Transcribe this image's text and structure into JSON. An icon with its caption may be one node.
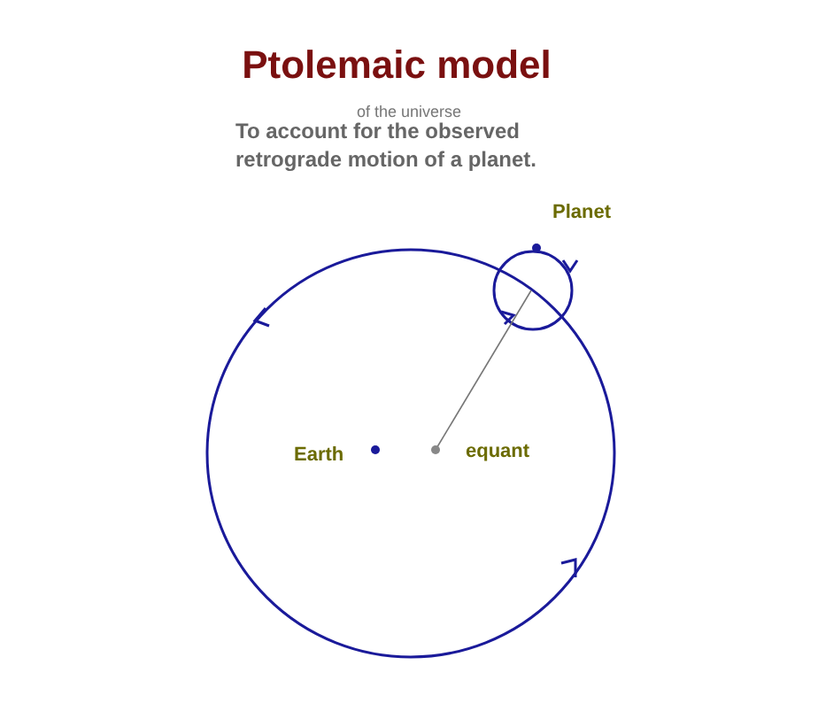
{
  "diagram": {
    "title": "Ptolemaic model",
    "labels": [
      "of the universe",
      "To account for the observed retrograde motion of a planet.",
      "Planet",
      "Earth",
      "equant"
    ]
  }
}
